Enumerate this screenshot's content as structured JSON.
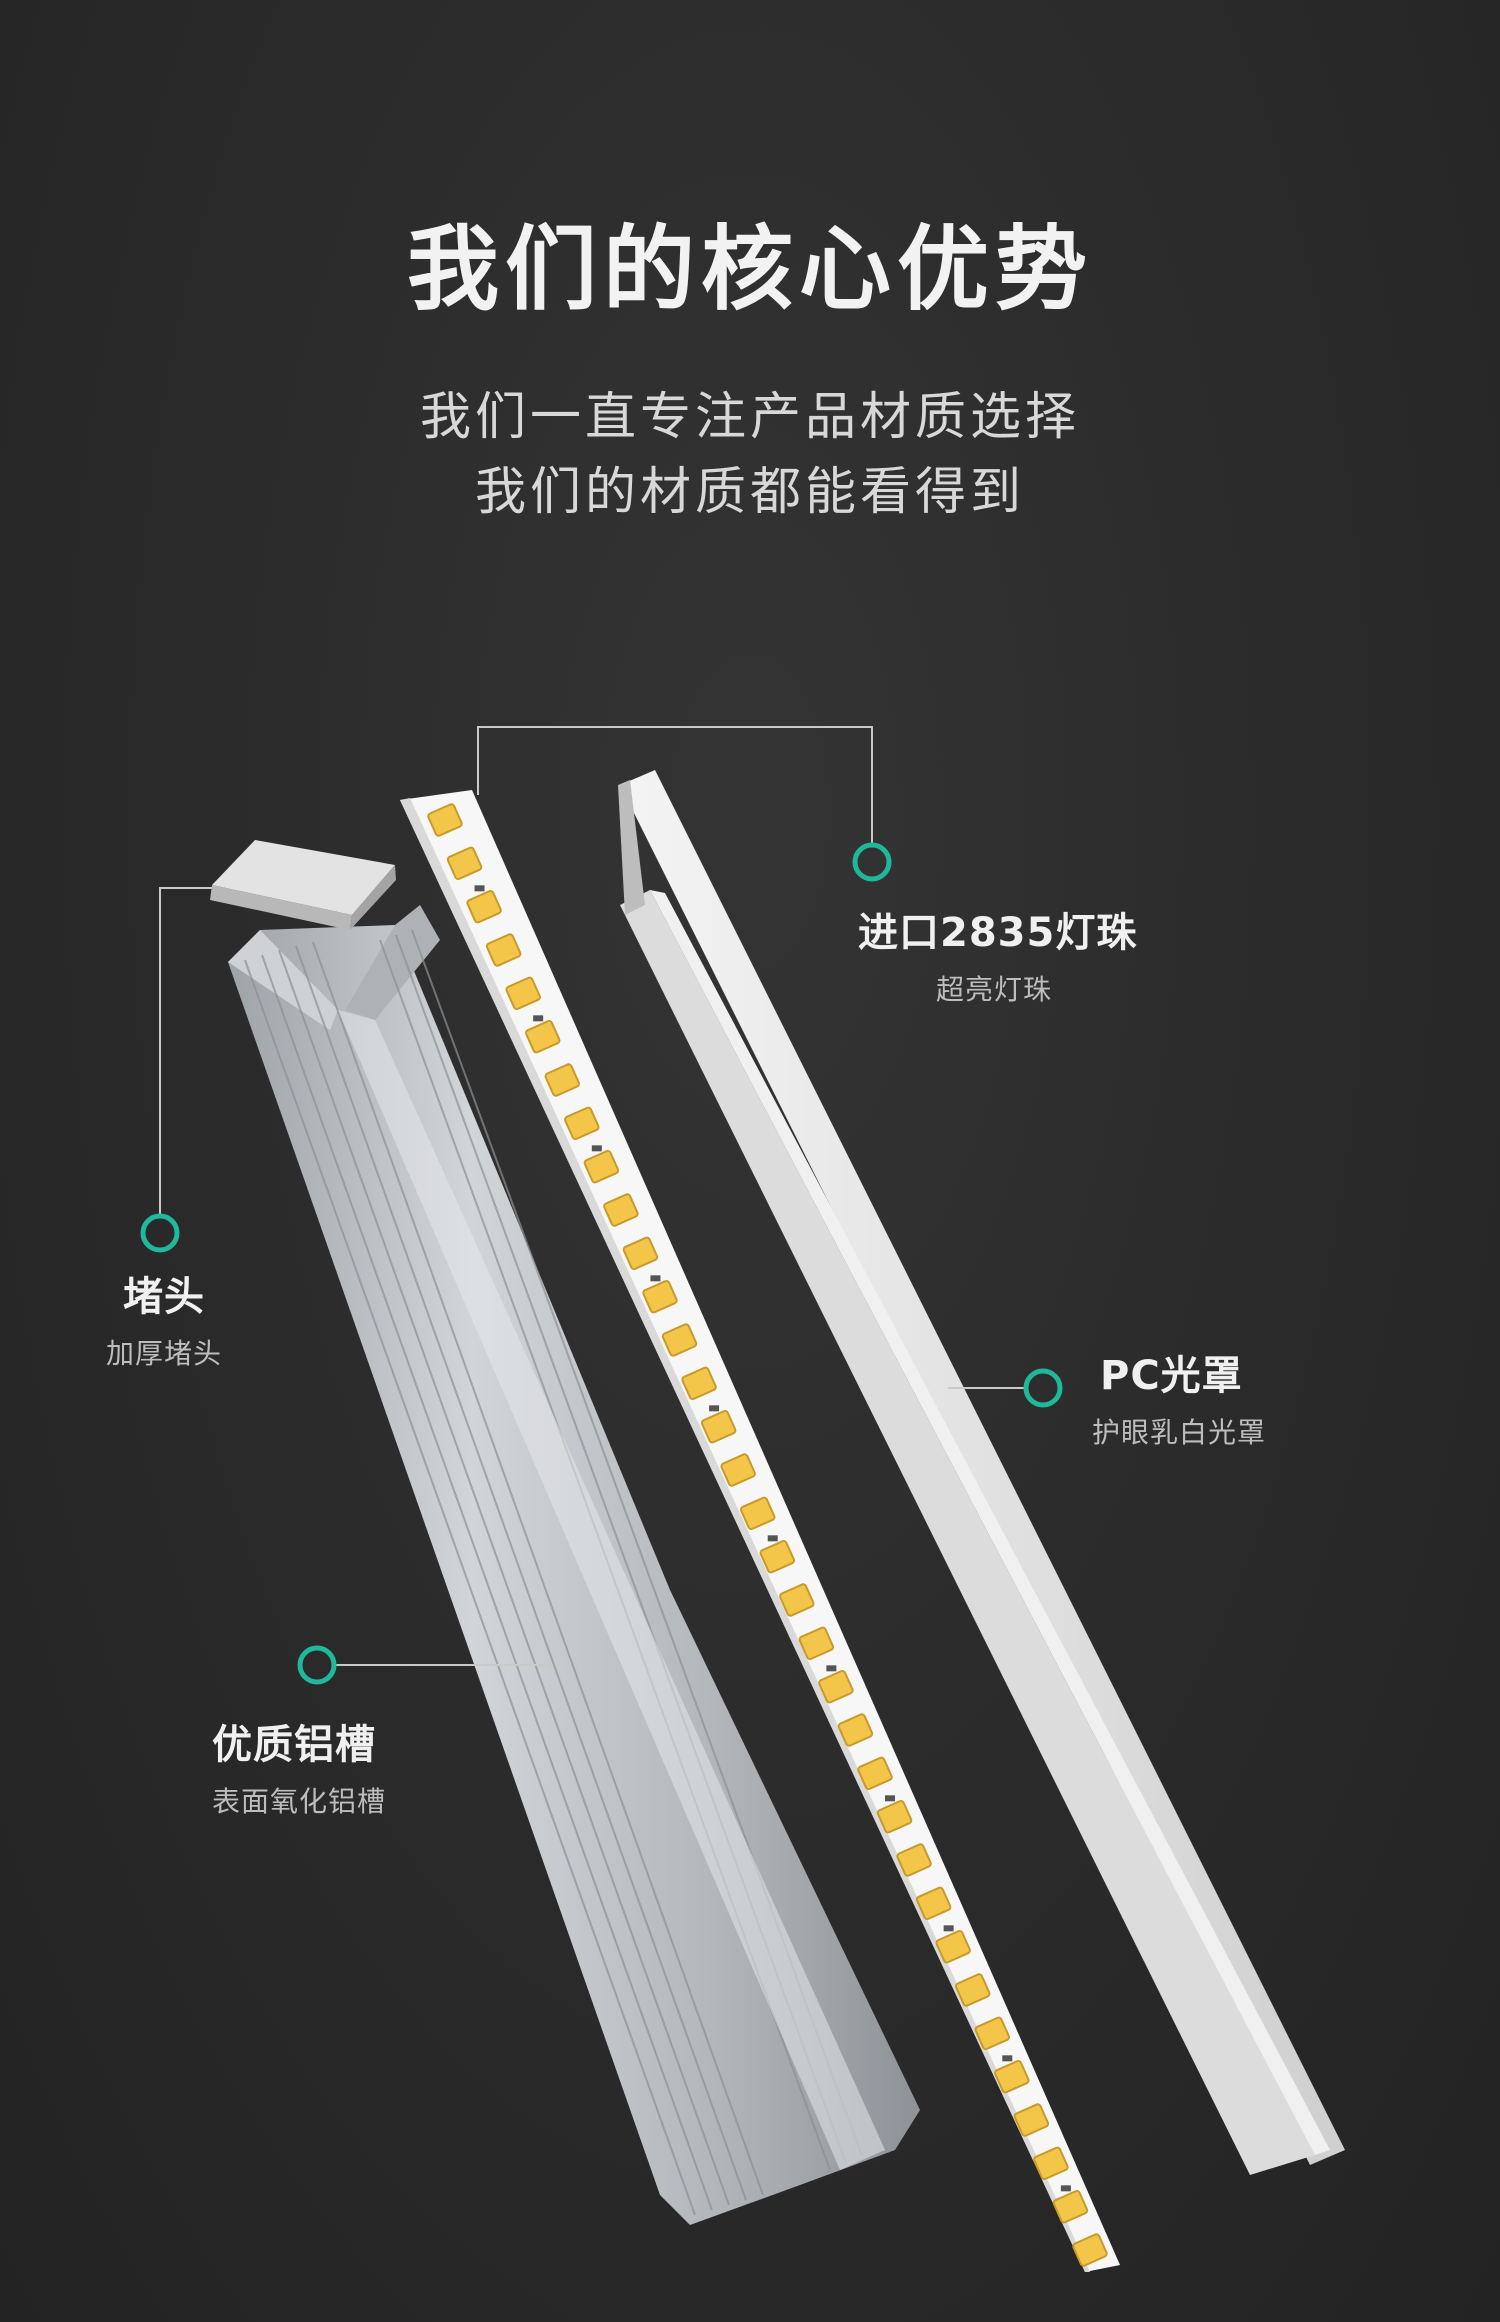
{
  "header": {
    "title": "我们的核心优势",
    "subtitle_line1": "我们一直专注产品材质选择",
    "subtitle_line2": "我们的材质都能看得到"
  },
  "callouts": {
    "led": {
      "title": "进口2835灯珠",
      "desc": "超亮灯珠"
    },
    "cover": {
      "title": "PC光罩",
      "desc": "护眼乳白光罩"
    },
    "endcap": {
      "title": "堵头",
      "desc": "加厚堵头"
    },
    "channel": {
      "title": "优质铝槽",
      "desc": "表面氧化铝槽"
    }
  },
  "colors": {
    "background": "#2b2b2b",
    "callout_ring": "#1fb89a",
    "callout_line": "#c9c9c9",
    "led_chip": "#f3c64a",
    "strip_board": "#f7f7f7",
    "aluminum": "#bfc3c7",
    "diffuser": "#e8e8e8"
  },
  "icons": [
    "callout-ring-icon"
  ]
}
